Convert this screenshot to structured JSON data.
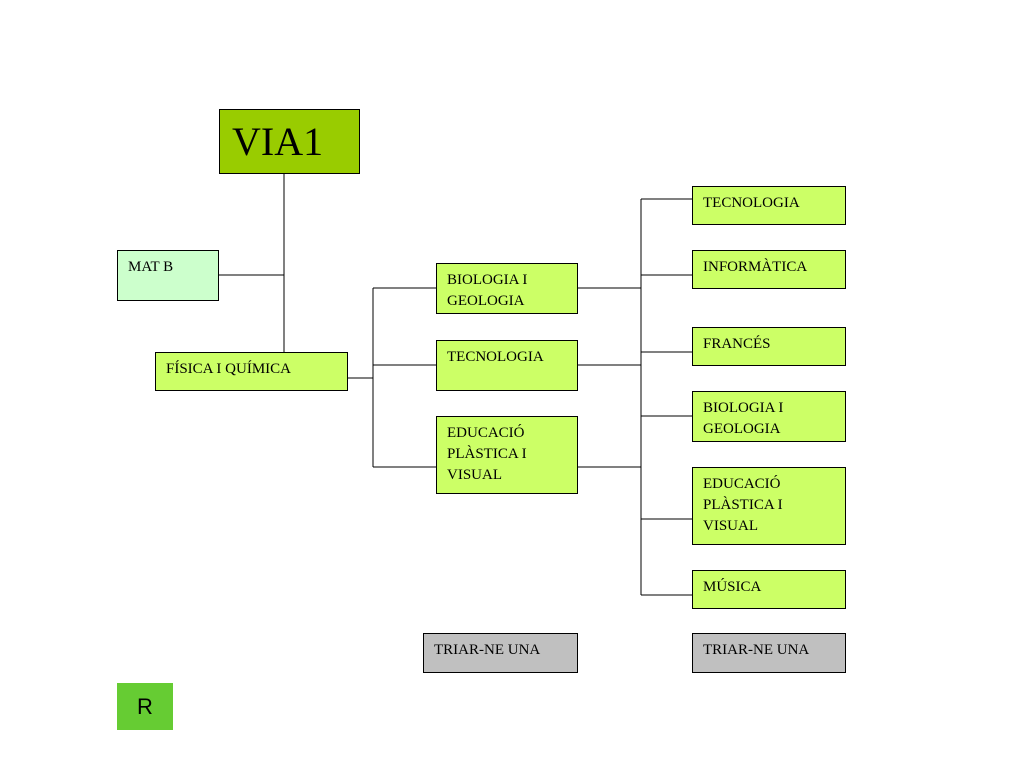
{
  "root": {
    "label": "VIA1"
  },
  "nodes": {
    "mat_b": "MAT B",
    "fisica_quimica": "FÍSICA I QUÍMICA"
  },
  "group1": {
    "options": [
      "BIOLOGIA I GEOLOGIA",
      "TECNOLOGIA",
      "EDUCACIÓ PLÀSTICA I VISUAL"
    ],
    "note": "TRIAR-NE UNA"
  },
  "group2": {
    "options": [
      "TECNOLOGIA",
      "INFORMÀTICA",
      "FRANCÉS",
      "BIOLOGIA I GEOLOGIA",
      "EDUCACIÓ PLÀSTICA I VISUAL",
      "MÚSICA"
    ],
    "note": "TRIAR-NE UNA"
  },
  "reset_button": {
    "label": "R"
  },
  "colors": {
    "root": "#99cc00",
    "option": "#ccff66",
    "mat_b": "#ccffcc",
    "note": "#c0c0c0",
    "reset": "#66cc33"
  }
}
